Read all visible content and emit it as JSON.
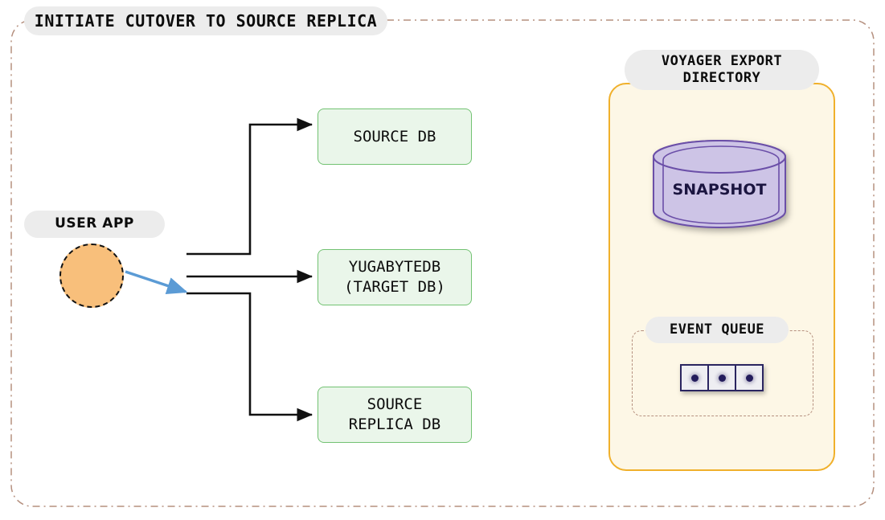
{
  "diagram": {
    "title": "INITIATE CUTOVER TO SOURCE REPLICA",
    "outer_border_color": "#b5907f",
    "background": "#ffffff"
  },
  "user_app": {
    "label": "USER APP",
    "shape": "circle",
    "fill": "#f8bf7b",
    "border": "#111111",
    "border_style": "dashed"
  },
  "databases": [
    {
      "id": "source-db",
      "label": "SOURCE DB",
      "fill": "#eaf6ea",
      "border": "#72c272"
    },
    {
      "id": "target-db",
      "label": "YUGABYTEDB\n(TARGET DB)",
      "fill": "#eaf6ea",
      "border": "#72c272"
    },
    {
      "id": "source-replica-db",
      "label": "SOURCE\nREPLICA DB",
      "fill": "#eaf6ea",
      "border": "#72c272"
    }
  ],
  "connectors": {
    "active_arrow_color": "#5b9bd5",
    "inactive_arrow_color": "#111111",
    "active_target": "target-db",
    "note": "user app connects via blue arrow into the bus feeding three databases"
  },
  "voyager": {
    "label": "VOYAGER EXPORT\nDIRECTORY",
    "fill": "#fdf7e6",
    "border": "#f0b02b",
    "snapshot": {
      "label": "SNAPSHOT",
      "fill": "#cdc4e6",
      "border": "#6b4fa8",
      "text_color": "#1b1540"
    },
    "event_queue": {
      "label": "EVENT QUEUE",
      "border": "#b5907f",
      "cell_fill": "#eeeef2",
      "cell_border": "#2a2560",
      "cells": [
        {
          "id": "event-1"
        },
        {
          "id": "event-2"
        },
        {
          "id": "event-3"
        }
      ]
    }
  }
}
